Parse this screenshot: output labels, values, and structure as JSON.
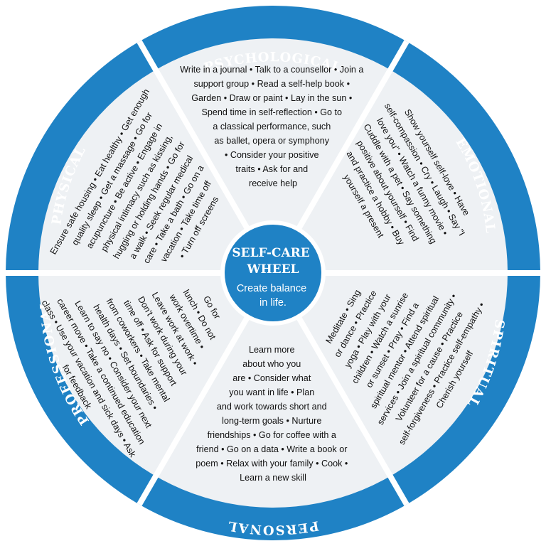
{
  "colors": {
    "ring": "#1f82c5",
    "segment_fill": "#eef1f4",
    "divider": "#ffffff",
    "center": "#1f82c5",
    "text": "#111111"
  },
  "center": {
    "title_line1": "SELF-CARE",
    "title_line2": "WHEEL",
    "subtitle_line1": "Create balance",
    "subtitle_line2": "in life."
  },
  "segments": [
    {
      "key": "psychological",
      "label": "PSYCHOLOGICAL",
      "lines": [
        "Write in a journal • Talk to a counsellor • Join a",
        "support group • Read a self-help book •",
        "Garden • Draw or paint • Lay in the sun •",
        "Spend time in self-reflection • Go to",
        "a classical performance, such",
        "as ballet, opera or symphony",
        "• Consider your positive",
        "traits • Ask for and",
        "receive help"
      ]
    },
    {
      "key": "emotional",
      "label": "EMOTIONAL",
      "lines": [
        "Show yourself self-love • Have",
        "self-compassion • Cry • Laugh • Say \"I",
        "love you\" • Watch a funny movie •",
        "Cuddle with a pet • Say something",
        "positive about yourself • Find",
        "and practice a hobby • Buy",
        "yourself a present"
      ]
    },
    {
      "key": "spiritual",
      "label": "SPIRITUAL",
      "lines": [
        "Meditate • Sing",
        "or dance • Practice",
        "yoga • Play with your",
        "children • Watch a sunrise",
        "or sunset • Pray • Find a",
        "spiritual mentor • Attend spiritual",
        "services • Join a spiritual community •",
        "Volunteer for a cause • Practice",
        "self-forgiveness • Practice self-empathy •",
        "Cherish yourself"
      ]
    },
    {
      "key": "personal",
      "label": "PERSONAL",
      "lines": [
        "Learn more",
        "about who you",
        "are • Consider what",
        "you want in life • Plan",
        "and work towards short and",
        "long-term goals • Nurture",
        "friendships • Go for coffee with a",
        "friend • Go on a data • Write a book or",
        "poem • Relax with your family • Cook •",
        "Learn a new skill"
      ]
    },
    {
      "key": "professional",
      "label": "PROFESSIONAL",
      "lines": [
        "Go for",
        "lunch • Do not",
        "work overtime •",
        "Leave work at work •",
        "Don't work during your",
        "time off • Ask for support",
        "from coworkers • Take mental",
        "health days • Set boundaries •",
        "Learn to say no • Consider your next",
        "career move • Take a continued education",
        "class • Use your vacation and sick days • Ask",
        "for feedback"
      ]
    },
    {
      "key": "physical",
      "label": "PHYSICAL",
      "lines": [
        "Ensure safe housing • Eat healthy • Get enough",
        "quality sleep • Get a massage • Go for",
        "acupuncture • Be active • Engage in",
        "physical intimacy such as kissing,",
        "hugging or holding hands • Go for",
        "a walk • Seek regular medical",
        "care • Take a bath • Go on a",
        "vacation • Take time off",
        "• Turn off screens"
      ]
    }
  ]
}
